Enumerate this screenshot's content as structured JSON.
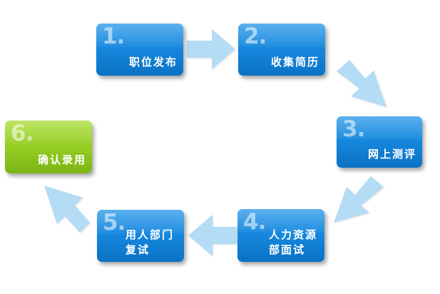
{
  "colors": {
    "step_blue": "#1a8ce0",
    "step_green": "#93cb22",
    "arrow": "#b4dcf5"
  },
  "steps": [
    {
      "number": "1.",
      "lines": [
        "职位发布"
      ],
      "color": "blue"
    },
    {
      "number": "2.",
      "lines": [
        "收集简历"
      ],
      "color": "blue"
    },
    {
      "number": "3.",
      "lines": [
        "网上测评"
      ],
      "color": "blue"
    },
    {
      "number": "4.",
      "lines": [
        "人力资源",
        "部面试"
      ],
      "color": "blue"
    },
    {
      "number": "5.",
      "lines": [
        "用人部门",
        "复试"
      ],
      "color": "blue"
    },
    {
      "number": "6.",
      "lines": [
        "确认录用"
      ],
      "color": "green"
    }
  ]
}
